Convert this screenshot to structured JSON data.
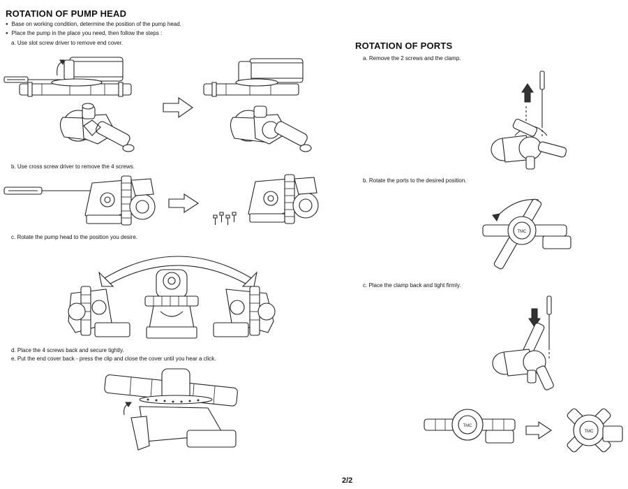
{
  "left": {
    "title": "ROTATION OF PUMP HEAD",
    "bullets": [
      "Base on working condition, determine the position of the pump head.",
      "Place the pump in the place you need, then follow the steps :"
    ],
    "steps": {
      "a": "a. Use slot screw driver to remove end cover.",
      "b": "b. Use cross screw driver to remove the 4 screws.",
      "c": "c. Rotate the pump head to the position you desire.",
      "d": "d. Place the 4 screws back and secure tightly.",
      "e": "e. Put the end cover back - press the clip and close the cover until you hear a click."
    }
  },
  "right": {
    "title": "ROTATION OF PORTS",
    "steps": {
      "a": "a. Remove the 2 screws and the clamp.",
      "b": "b. Rotate the ports to the desired position.",
      "c": "c. Place the clamp back and tight firmly."
    },
    "brand_label": "TMC"
  },
  "page_number": "2/2",
  "icons": {
    "arrow": "right-arrow-outline-icon",
    "up": "up-arrow-icon",
    "down": "down-arrow-icon",
    "curved": "curved-double-arrow-icon",
    "screwdriver": "screwdriver-icon",
    "screw": "screw-icon"
  }
}
